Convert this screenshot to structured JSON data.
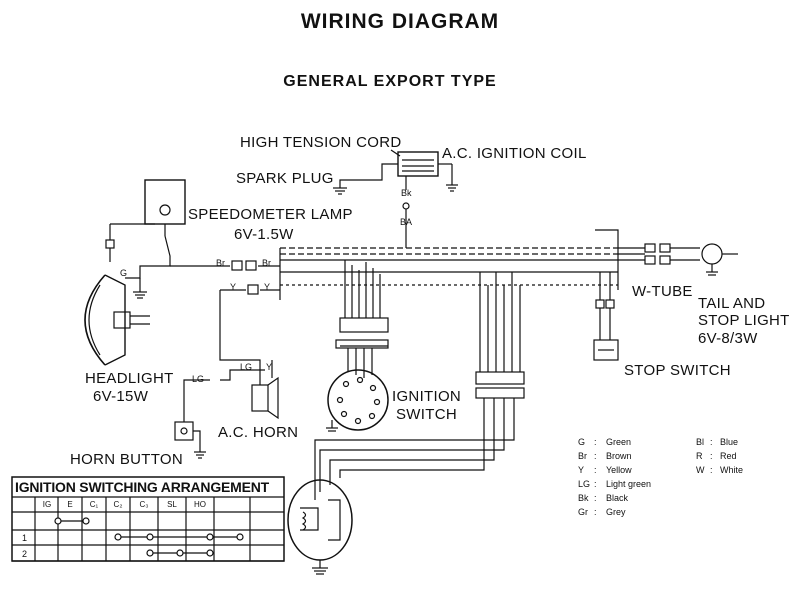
{
  "title": "WIRING DIAGRAM",
  "subtitle": "GENERAL EXPORT TYPE",
  "labels": {
    "high_tension_cord": "HIGH TENSION CORD",
    "ac_ignition_coil": "A.C. IGNITION COIL",
    "spark_plug": "SPARK PLUG",
    "speedometer_lamp": "SPEEDOMETER LAMP",
    "speedometer_lamp_spec": "6V-1.5W",
    "headlight": "HEADLIGHT",
    "headlight_spec": "6V-15W",
    "ac_horn": "A.C. HORN",
    "horn_button": "HORN BUTTON",
    "ignition_switch_1": "IGNITION",
    "ignition_switch_2": "SWITCH",
    "w_tube": "W-TUBE",
    "tail_stop_1": "TAIL AND",
    "tail_stop_2": "STOP LIGHT",
    "tail_stop_3": "6V-8/3W",
    "stop_switch": "STOP SWITCH"
  },
  "wire_codes": {
    "bk": "Bk",
    "ba": "BA",
    "br_left": "Br",
    "br_right": "Br",
    "y_left": "Y",
    "y_right": "Y",
    "lg_left": "LG",
    "lg_right": "LG",
    "y_horn": "Y",
    "g_head": "G"
  },
  "legend": [
    {
      "code": "G",
      "sep": ":",
      "name": "Green"
    },
    {
      "code": "Br",
      "sep": ":",
      "name": "Brown"
    },
    {
      "code": "Y",
      "sep": ":",
      "name": "Yellow"
    },
    {
      "code": "LG",
      "sep": ":",
      "name": "Light green"
    },
    {
      "code": "Bk",
      "sep": ":",
      "name": "Black"
    },
    {
      "code": "Gr",
      "sep": ":",
      "name": "Grey"
    },
    {
      "code": "Bl",
      "sep": ":",
      "name": "Blue"
    },
    {
      "code": "R",
      "sep": ":",
      "name": "Red"
    },
    {
      "code": "W",
      "sep": ":",
      "name": "White"
    }
  ],
  "switch_table": {
    "title": "IGNITION SWITCHING ARRANGEMENT",
    "headers": [
      "IG",
      "E",
      "C₁",
      "C₂",
      "C₃",
      "SL",
      "HO"
    ],
    "rows": [
      "1",
      "2"
    ]
  },
  "colors": {
    "ink": "#111111",
    "paper": "#ffffff"
  }
}
